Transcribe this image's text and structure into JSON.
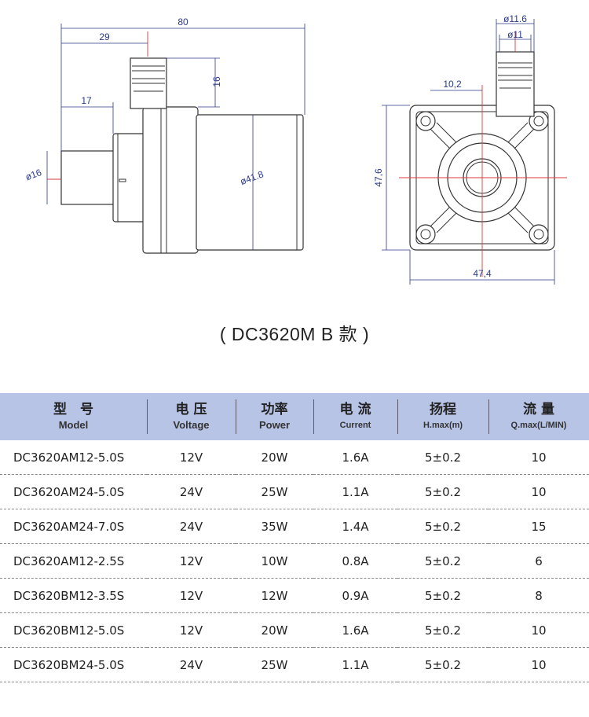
{
  "drawing": {
    "side_view": {
      "dim_overall_length": "80",
      "dim_outlet_pos": "29",
      "dim_outlet_height": "16",
      "dim_inlet_length": "17",
      "dim_inlet_dia": "ø16",
      "dim_body_dia": "ø41.8"
    },
    "front_view": {
      "dim_outlet_outer_dia": "ø11.6",
      "dim_outlet_inner_dia": "ø11",
      "dim_outlet_offset": "10,2",
      "dim_height": "47,6",
      "dim_width": "47,4"
    }
  },
  "caption": "( DC3620M B 款 )",
  "table": {
    "headers": [
      {
        "zh": "型　号",
        "en": "Model"
      },
      {
        "zh": "电 压",
        "en": "Voltage"
      },
      {
        "zh": "功率",
        "en": "Power"
      },
      {
        "zh": "电 流",
        "en": "Current"
      },
      {
        "zh": "扬程",
        "en": "H.max(m)"
      },
      {
        "zh": "流 量",
        "en": "Q.max(L/MIN)"
      }
    ],
    "rows": [
      [
        "DC3620AM12-5.0S",
        "12V",
        "20W",
        "1.6A",
        "5±0.2",
        "10"
      ],
      [
        "DC3620AM24-5.0S",
        "24V",
        "25W",
        "1.1A",
        "5±0.2",
        "10"
      ],
      [
        "DC3620AM24-7.0S",
        "24V",
        "35W",
        "1.4A",
        "5±0.2",
        "15"
      ],
      [
        "DC3620AM12-2.5S",
        "12V",
        "10W",
        "0.8A",
        "5±0.2",
        "6"
      ],
      [
        "DC3620BM12-3.5S",
        "12V",
        "12W",
        "0.9A",
        "5±0.2",
        "8"
      ],
      [
        "DC3620BM12-5.0S",
        "12V",
        "20W",
        "1.6A",
        "5±0.2",
        "10"
      ],
      [
        "DC3620BM24-5.0S",
        "24V",
        "25W",
        "1.1A",
        "5±0.2",
        "10"
      ]
    ]
  }
}
